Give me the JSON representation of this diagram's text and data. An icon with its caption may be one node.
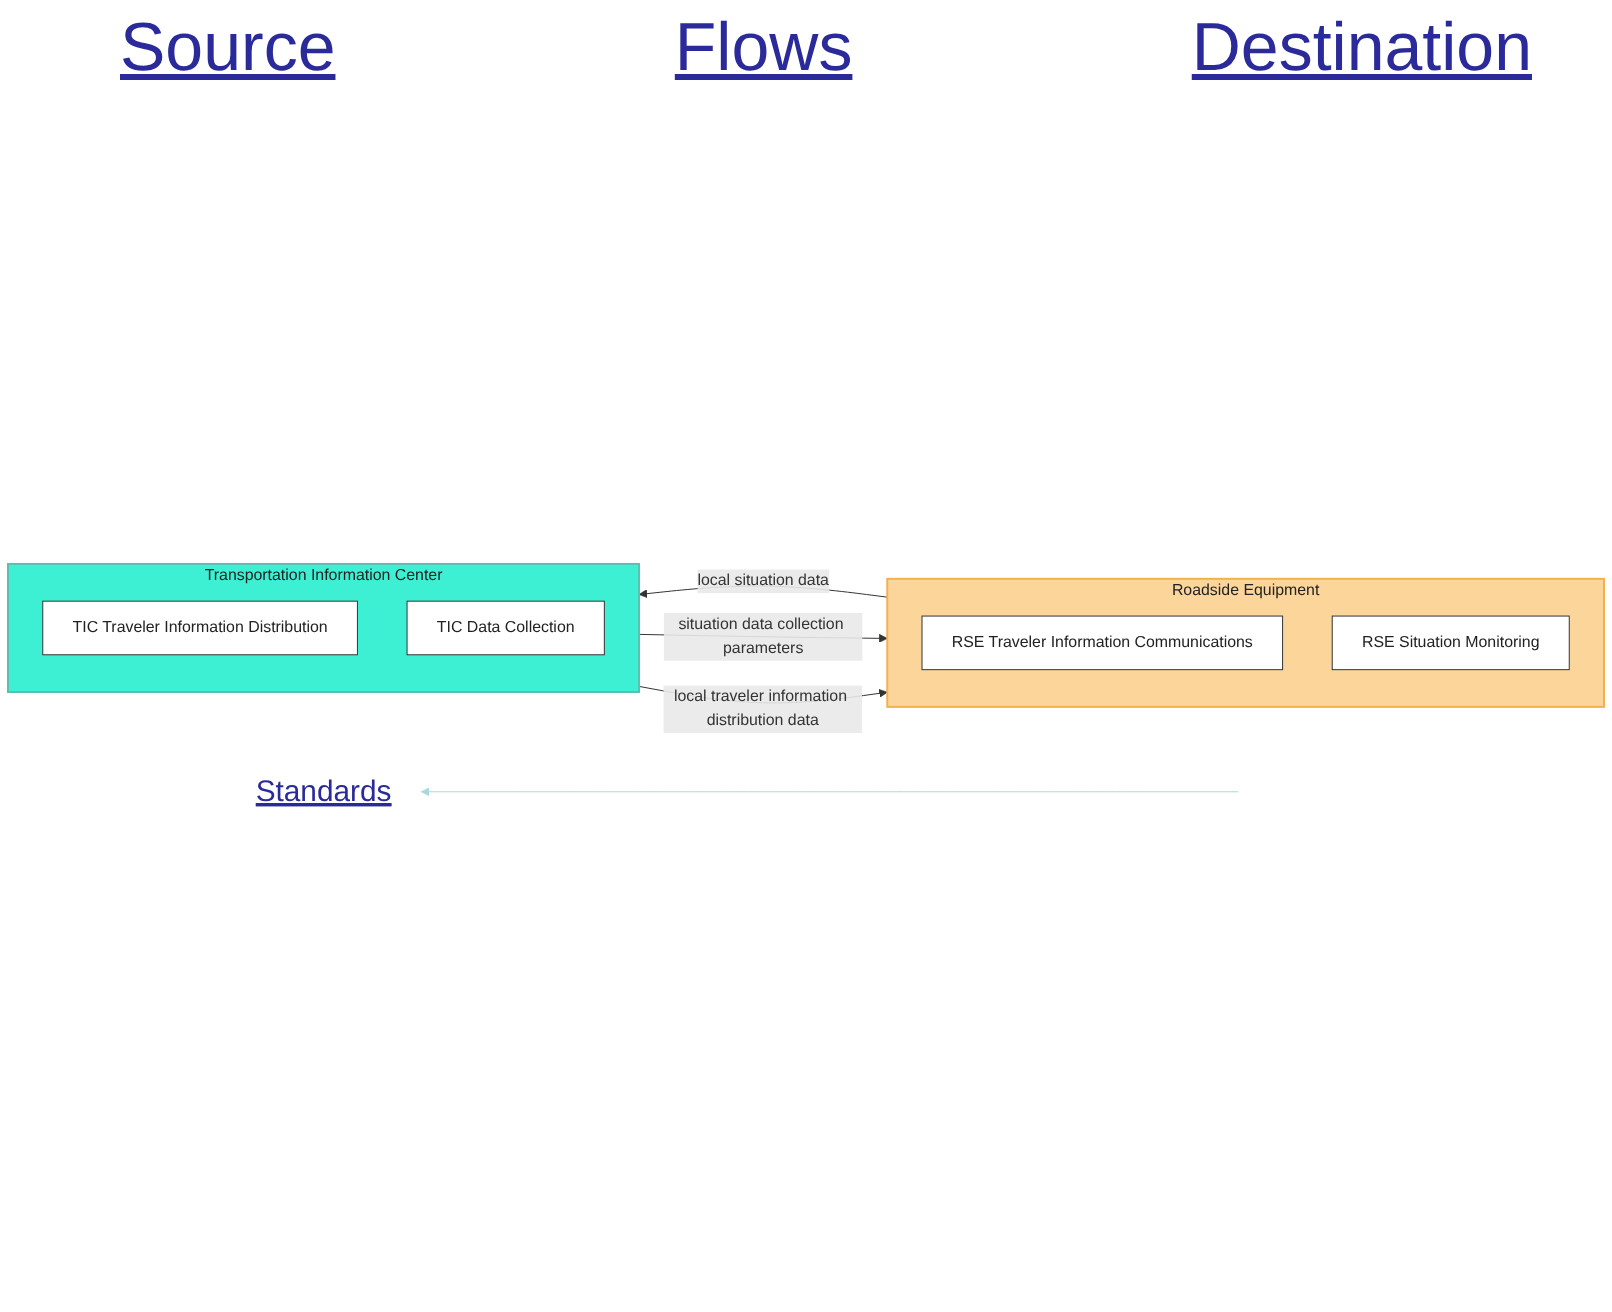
{
  "diagram": {
    "nodes": [
      {
        "text": [
          "Transportation Information Center"
        ]
      },
      {
        "text": [
          "TIC Traveler Information Distribution"
        ],
        "in": 0
      },
      {
        "text": [
          "TIC Data Collection"
        ],
        "in": 0
      },
      {
        "text": [
          "Roadside Equipment"
        ]
      },
      {
        "text": [
          "RSE Traveler Information Communications"
        ],
        "in": 3
      },
      {
        "text": [
          "RSE Situation Monitoring"
        ],
        "in": 3
      },
      {
        "text": [
          "Standards"
        ]
      }
    ],
    "edges": [
      {
        "from": 0,
        "to": 3,
        "arrow": "to",
        "label": "situation data collection parameters"
      },
      {
        "from": 3,
        "to": 0,
        "arrow": "to",
        "label": "local situation data"
      },
      {
        "from": 0,
        "to": 3,
        "arrow": "to",
        "label": "local traveler information distribution data"
      },
      {
        "from": null,
        "to": 6,
        "arrow": "to",
        "color": "#a8d8dc"
      }
    ],
    "labels": [
      "Source",
      "Flows",
      "Destination"
    ]
  }
}
